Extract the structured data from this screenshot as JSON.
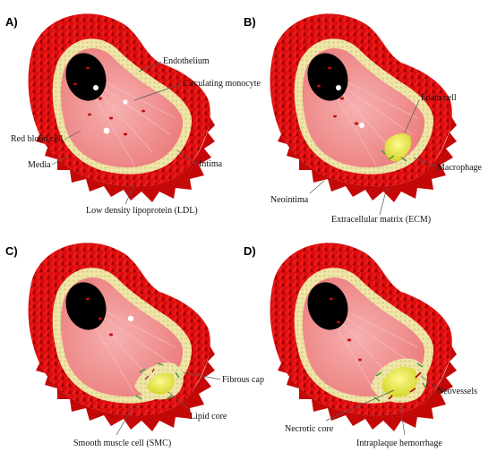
{
  "figure": {
    "panels": [
      {
        "letter": "A)",
        "labels": {
          "endothelium": "Endothelium",
          "circulating_monocyte": "Circulating monocyte",
          "red_blood_cell": "Red blood cell",
          "media": "Media",
          "intima": "Intima",
          "ldl": "Low density lipoprotein (LDL)"
        }
      },
      {
        "letter": "B)",
        "labels": {
          "foam_cell": "Foam cell",
          "macrophage": "Macrophage",
          "neointima": "Neointima",
          "ecm": "Extracellular matrix  (ECM)"
        }
      },
      {
        "letter": "C)",
        "labels": {
          "fibrous_cap": "Fibrous cap",
          "lipid_core": "Lipid core",
          "smc": "Smooth muscle cell (SMC)"
        }
      },
      {
        "letter": "D)",
        "labels": {
          "neovessels": "Neovessels",
          "necrotic_core": "Necrotic core",
          "hemorrhage": "Intraplaque hemorrhage"
        }
      }
    ],
    "colors": {
      "wall_red": "#e01010",
      "wall_dark": "#b00000",
      "media_cream": "#efe6a8",
      "lumen_pink": "#ee8080",
      "lumen_light": "#f4a3a3",
      "opening": "#000000",
      "lipid_yellow": "#e8e840",
      "smc_green": "#3a9a3a"
    }
  }
}
